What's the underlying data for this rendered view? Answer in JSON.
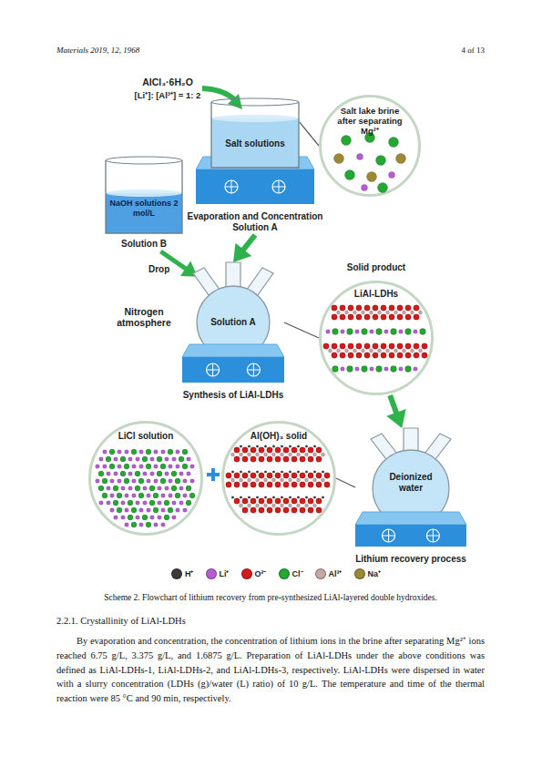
{
  "diagram": {
    "caption": "Scheme 2. Flowchart of lithium recovery from pre-synthesized LiAl-layered double hydroxides.",
    "nodes": [
      {
        "text": [
          "Salt solutions",
          "Evaporation and Concentration Solution A"
        ]
      },
      {
        "text": [
          "Salt lake brine after separating Mg²⁺"
        ]
      },
      {
        "text": [
          "NaOH solutions 2 mol/L",
          "Solution B"
        ]
      },
      {
        "text": [
          "Solution A",
          "Synthesis of LiAl-LDHs"
        ]
      },
      {
        "text": [
          "Solid product",
          "LiAl-LDHs"
        ]
      },
      {
        "text": [
          "LiCl solution"
        ]
      },
      {
        "text": [
          "Al(OH)₃ solid"
        ]
      },
      {
        "text": [
          "Deionized water",
          "Lithium recovery process"
        ]
      }
    ],
    "edges": [
      {
        "from": 1,
        "to": 0,
        "arrow": "none"
      },
      {
        "from": 0,
        "to": 3,
        "arrow": "to"
      },
      {
        "from": 2,
        "to": 3,
        "label": "Drop",
        "arrow": "to"
      },
      {
        "from": 3,
        "to": 4,
        "arrow": "none"
      },
      {
        "from": 4,
        "to": 7,
        "arrow": "to"
      },
      {
        "from": 7,
        "to": 6,
        "arrow": "none"
      }
    ],
    "labels": [
      "Materials 2019, 12, 1968",
      "4 of 13",
      "AlCl₃·6H₂O",
      "[Li⁺]: [Al³⁺] = 1: 2",
      "Nitrogen atmosphere",
      "2.2.1. Crystallinity of LiAl-LDHs",
      "By evaporation and concentration, the concentration of lithium ions in the brine after separating Mg²⁺ ions reached 6.75 g/L, 3.375 g/L, and 1.6875 g/L. Preparation of LiAl-LDHs under the above conditions was defined as LiAl-LDHs-1, LiAl-LDHs-2, and LiAl-LDHs-3, respectively. LiAl-LDHs were dispersed in water with a slurry concentration (LDHs (g)/water (L) ratio) of 10 g/L. The temperature and time of the thermal reaction were 85 °C and 90 min, respectively."
    ],
    "legend": [
      {
        "text": "H⁺",
        "color": "#3a3a3a"
      },
      {
        "text": "Li⁺",
        "color": "#b85bd6"
      },
      {
        "text": "O²⁻",
        "color": "#d21b1b"
      },
      {
        "text": "Cl⁻",
        "color": "#23a833"
      },
      {
        "text": "Al³⁺",
        "color": "#c9a6a6"
      },
      {
        "text": "Na⁺",
        "color": "#9b8a33"
      }
    ]
  }
}
